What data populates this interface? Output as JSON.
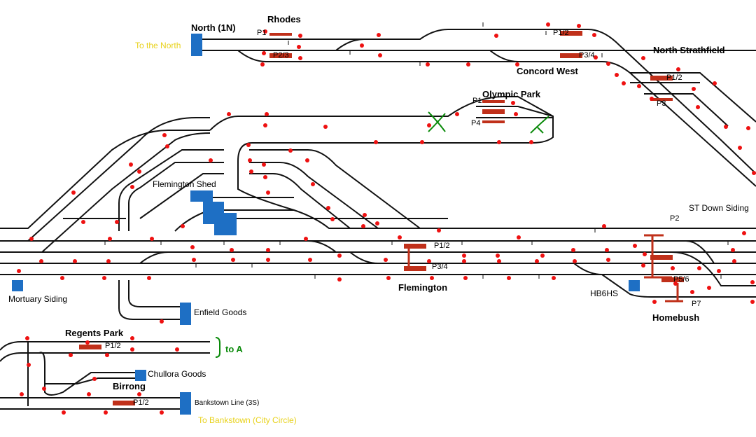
{
  "labels": {
    "north": "North (1N)",
    "rhodes": "Rhodes",
    "to_north": "To the North",
    "north_strathfield": "North Strathfield",
    "concord_west": "Concord West",
    "olympic_park": "Olympic Park",
    "flemington_shed": "Flemington Shed",
    "st_down_siding": "ST Down Siding",
    "flemington": "Flemington",
    "mortuary_siding": "Mortuary Siding",
    "enfield_goods": "Enfield Goods",
    "hb6hs": "HB6HS",
    "homebush": "Homebush",
    "regents_park": "Regents Park",
    "to_a": "to A",
    "chullora_goods": "Chullora Goods",
    "birrong": "Birrong",
    "bankstown_line": "Bankstown Line (3S)",
    "to_bankstown": "To Bankstown (City Circle)"
  },
  "platform_labels": {
    "rhodes_p1": "P1",
    "rhodes_p23": "P2/3",
    "concord_p12": "P1/2",
    "concord_p34": "P3/4",
    "ns_p12": "P1/2",
    "ns_p3": "P3",
    "op_p1": "P1",
    "op_p4": "P4",
    "flem_p12": "P1/2",
    "flem_p34": "P3/4",
    "hb_p2": "P2",
    "hb_p56": "P5/6",
    "hb_p7": "P7",
    "rp_p12": "P1/2",
    "birrong_p12": "P1/2"
  },
  "colors": {
    "track": "#111111",
    "signal": "#ee1111",
    "block": "#1e6fc4",
    "platform": "#c0301a",
    "destination_text": "#e8d21c",
    "junction_marker": "#0a8a0a"
  }
}
